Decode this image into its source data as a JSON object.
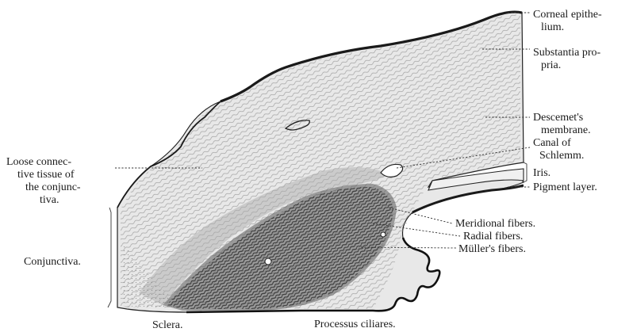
{
  "labels": {
    "corneal_epithelium_1": "Corneal epithe-",
    "corneal_epithelium_2": "lium.",
    "substantia_propria_1": "Substantia pro-",
    "substantia_propria_2": "pria.",
    "descemet_1": "Descemet's",
    "descemet_2": "membrane.",
    "schlemm_1": "Canal of",
    "schlemm_2": "Schlemm.",
    "iris": "Iris.",
    "pigment_layer": "Pigment layer.",
    "meridional": "Meridional fibers.",
    "radial": "Radial fibers.",
    "muller": "Müller's fibers.",
    "loose_1": "Loose connec-",
    "loose_2": "tive tissue of",
    "loose_3": "the conjunc-",
    "loose_4": "tiva.",
    "conjunctiva": "Conjunctiva.",
    "sclera": "Sclera.",
    "processus": "Processus ciliares."
  },
  "colors": {
    "ink": "#1a1a1a",
    "tissue_light": "#d9d9d9",
    "tissue_mid": "#a8a8a8",
    "tissue_dark": "#3a3a3a"
  }
}
